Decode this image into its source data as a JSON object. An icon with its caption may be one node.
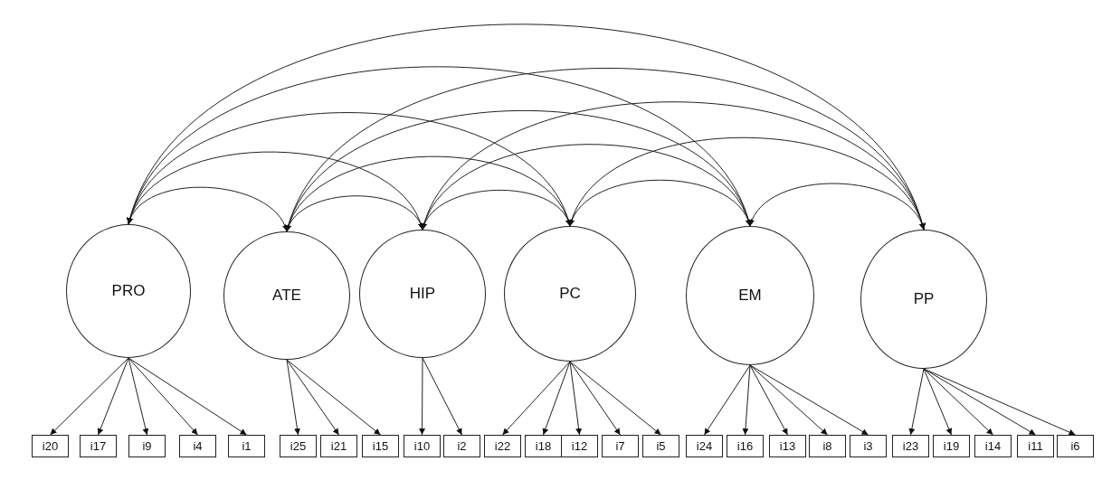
{
  "diagram": {
    "nodes": [
      {
        "text": [
          "PRO"
        ]
      },
      {
        "text": [
          "ATE"
        ]
      },
      {
        "text": [
          "HIP"
        ]
      },
      {
        "text": [
          "PC"
        ]
      },
      {
        "text": [
          "EM"
        ]
      },
      {
        "text": [
          "PP"
        ]
      },
      {
        "text": [
          "i20"
        ]
      },
      {
        "text": [
          "i17"
        ]
      },
      {
        "text": [
          "i9"
        ]
      },
      {
        "text": [
          "i4"
        ]
      },
      {
        "text": [
          "i1"
        ]
      },
      {
        "text": [
          "i25"
        ]
      },
      {
        "text": [
          "i21"
        ]
      },
      {
        "text": [
          "i15"
        ]
      },
      {
        "text": [
          "i10"
        ]
      },
      {
        "text": [
          "i2"
        ]
      },
      {
        "text": [
          "i22"
        ]
      },
      {
        "text": [
          "i18"
        ]
      },
      {
        "text": [
          "i12"
        ]
      },
      {
        "text": [
          "i7"
        ]
      },
      {
        "text": [
          "i5"
        ]
      },
      {
        "text": [
          "i24"
        ]
      },
      {
        "text": [
          "i16"
        ]
      },
      {
        "text": [
          "i13"
        ]
      },
      {
        "text": [
          "i8"
        ]
      },
      {
        "text": [
          "i3"
        ]
      },
      {
        "text": [
          "i23"
        ]
      },
      {
        "text": [
          "i19"
        ]
      },
      {
        "text": [
          "i14"
        ]
      },
      {
        "text": [
          "i11"
        ]
      },
      {
        "text": [
          "i6"
        ]
      }
    ],
    "edges": [
      {
        "from": 0,
        "to": 1,
        "arrow": "both"
      },
      {
        "from": 0,
        "to": 2,
        "arrow": "both"
      },
      {
        "from": 0,
        "to": 3,
        "arrow": "both"
      },
      {
        "from": 0,
        "to": 4,
        "arrow": "both"
      },
      {
        "from": 0,
        "to": 5,
        "arrow": "both"
      },
      {
        "from": 1,
        "to": 2,
        "arrow": "both"
      },
      {
        "from": 1,
        "to": 3,
        "arrow": "both"
      },
      {
        "from": 1,
        "to": 4,
        "arrow": "both"
      },
      {
        "from": 1,
        "to": 5,
        "arrow": "both"
      },
      {
        "from": 2,
        "to": 3,
        "arrow": "both"
      },
      {
        "from": 2,
        "to": 4,
        "arrow": "both"
      },
      {
        "from": 2,
        "to": 5,
        "arrow": "both"
      },
      {
        "from": 3,
        "to": 4,
        "arrow": "both"
      },
      {
        "from": 3,
        "to": 5,
        "arrow": "both"
      },
      {
        "from": 4,
        "to": 5,
        "arrow": "both"
      },
      {
        "from": 0,
        "to": 6,
        "arrow": "to"
      },
      {
        "from": 0,
        "to": 7,
        "arrow": "to"
      },
      {
        "from": 0,
        "to": 8,
        "arrow": "to"
      },
      {
        "from": 0,
        "to": 9,
        "arrow": "to"
      },
      {
        "from": 0,
        "to": 10,
        "arrow": "to"
      },
      {
        "from": 1,
        "to": 11,
        "arrow": "to"
      },
      {
        "from": 1,
        "to": 12,
        "arrow": "to"
      },
      {
        "from": 1,
        "to": 13,
        "arrow": "to"
      },
      {
        "from": 2,
        "to": 14,
        "arrow": "to"
      },
      {
        "from": 2,
        "to": 15,
        "arrow": "to"
      },
      {
        "from": 3,
        "to": 16,
        "arrow": "to"
      },
      {
        "from": 3,
        "to": 17,
        "arrow": "to"
      },
      {
        "from": 3,
        "to": 18,
        "arrow": "to"
      },
      {
        "from": 3,
        "to": 19,
        "arrow": "to"
      },
      {
        "from": 3,
        "to": 20,
        "arrow": "to"
      },
      {
        "from": 4,
        "to": 21,
        "arrow": "to"
      },
      {
        "from": 4,
        "to": 22,
        "arrow": "to"
      },
      {
        "from": 4,
        "to": 23,
        "arrow": "to"
      },
      {
        "from": 4,
        "to": 24,
        "arrow": "to"
      },
      {
        "from": 4,
        "to": 25,
        "arrow": "to"
      },
      {
        "from": 5,
        "to": 26,
        "arrow": "to"
      },
      {
        "from": 5,
        "to": 27,
        "arrow": "to"
      },
      {
        "from": 5,
        "to": 28,
        "arrow": "to"
      },
      {
        "from": 5,
        "to": 29,
        "arrow": "to"
      },
      {
        "from": 5,
        "to": 30,
        "arrow": "to"
      }
    ]
  }
}
